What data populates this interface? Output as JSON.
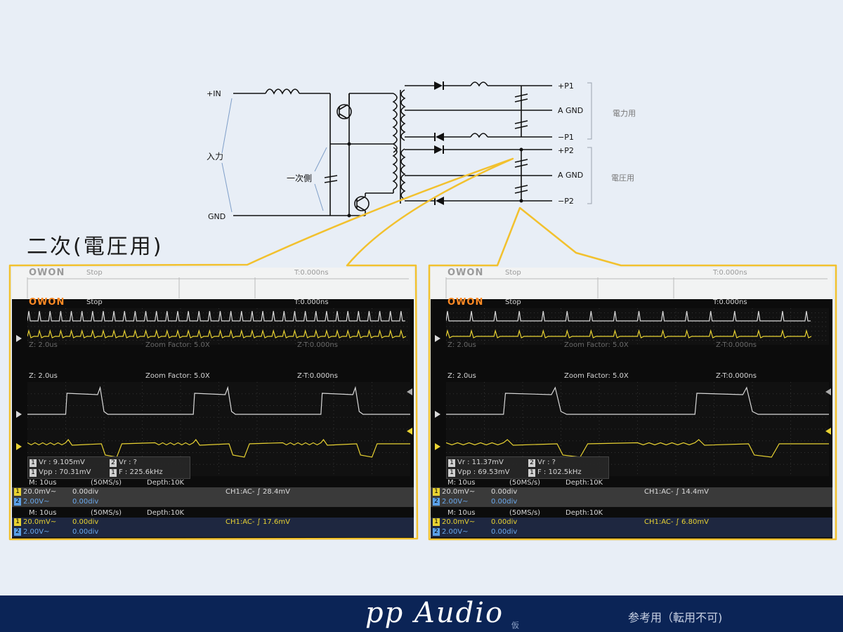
{
  "schematic": {
    "input_plus": "+IN",
    "input_gnd": "GND",
    "input_label": "入力",
    "primary_label": "一次側",
    "out_p1": "+P1",
    "out_agnd1": "A GND",
    "out_m1": "−P1",
    "out_p2": "+P2",
    "out_agnd2": "A GND",
    "out_m2": "−P2",
    "group_power": "電力用",
    "group_voltage": "電圧用"
  },
  "section_title": "二次(電圧用)",
  "scopes": [
    {
      "logo": "OWON",
      "run_state": "Stop",
      "trigger_time": "T:0.000ns",
      "zoom_timebase": "Z: 2.0us",
      "zoom_factor": "Zoom Factor: 5.0X",
      "zoom_t": "Z-T:0.000ns",
      "measurements": {
        "ch1_vr": "Vr : 9.105mV",
        "ch2_vr": "Vr :   ?",
        "ch1_vpp": "Vpp : 70.31mV",
        "ch1_freq": "F : 225.6kHz"
      },
      "timebase": "M: 10us",
      "sample_rate": "(50MS/s)",
      "depth": "Depth:10K",
      "ch1_scale": "20.0mV~",
      "ch1_offset": "0.00div",
      "ch2_scale": "2.00V~",
      "ch2_offset": "0.00div",
      "trigger_main": "CH1:AC- ∫ 17.6mV",
      "trigger_ghost": "CH1:AC- ∫ 28.4mV",
      "ch1_badge": "1",
      "ch2_badge": "2",
      "meas_badge": "1"
    },
    {
      "logo": "OWON",
      "run_state": "Stop",
      "trigger_time": "T:0.000ns",
      "zoom_timebase": "Z: 2.0us",
      "zoom_factor": "Zoom Factor: 5.0X",
      "zoom_t": "Z-T:0.000ns",
      "measurements": {
        "ch1_vr": "Vr : 11.37mV",
        "ch2_vr": "Vr :   ?",
        "ch1_vpp": "Vpp : 69.53mV",
        "ch1_freq": "F : 102.5kHz"
      },
      "timebase": "M: 10us",
      "sample_rate": "(50MS/s)",
      "depth": "Depth:10K",
      "ch1_scale": "20.0mV~",
      "ch1_offset": "0.00div",
      "ch2_scale": "2.00V~",
      "ch2_offset": "0.00div",
      "trigger_main": "CH1:AC- ∫ 6.80mV",
      "trigger_ghost": "CH1:AC- ∫ 14.4mV",
      "ch1_badge": "1",
      "ch2_badge": "2",
      "meas_badge": "1"
    }
  ],
  "footer": {
    "brand": "pp Audio",
    "small_note": "仮",
    "note": "参考用（転用不可)"
  },
  "colors": {
    "ch1": "#e8d232",
    "ch2": "#d8d8d8",
    "accent_callout": "#f2c12e",
    "footer_bg": "#0b2456"
  }
}
